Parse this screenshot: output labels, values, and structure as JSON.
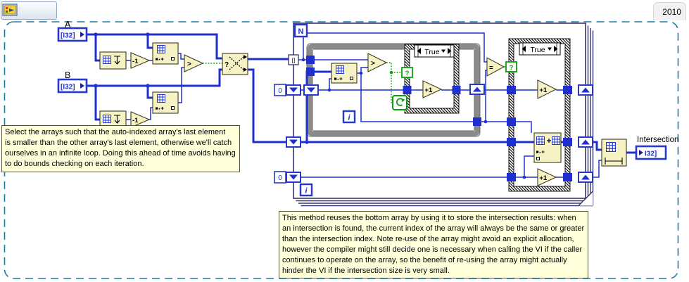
{
  "window": {
    "year_tag": "2010"
  },
  "toolbar": {
    "icons": [
      "pan-hand-icon",
      "forward-arrow-icon",
      "labview-vi-icon"
    ]
  },
  "colors": {
    "wire_blue": "#2030CF",
    "boolean_green": "#0AA00A",
    "node_fill": "#F6F2C4",
    "loop_gray": "#8A8A8A",
    "for_loop_border": "#35356B",
    "comment_bg": "#FFFFD9",
    "snippet_border": "#1D7AA8"
  },
  "diagram": {
    "controls": {
      "a_label": "A",
      "b_label": "B",
      "terminal": "[I32]"
    },
    "indicator": {
      "label": "Intersection",
      "terminal": "I32]"
    },
    "for_loop": {
      "count_label": "N",
      "iteration_label": "i",
      "autoindex_glyph": "[]"
    },
    "while_loop": {
      "iteration_label": "i"
    },
    "constants": {
      "zero_top": "0",
      "zero_bottom": "0"
    },
    "case_inner": {
      "selector": "True"
    },
    "case_outer": {
      "selector": "True"
    },
    "nodes": {
      "decrement": "-1",
      "increment": "+1",
      "greater": ">",
      "equal": "=",
      "select_question": "?",
      "case_question": "?"
    },
    "comments": {
      "c1": "Select the arrays such that the auto-indexed array's last element\nis smaller than the other array's last element, otherwise we'll catch\nourselves in an infinite loop. Doing this ahead of time avoids having\nto do bounds checking on each iteration.",
      "c2": "This method reuses the bottom array by using it to store the intersection results: when\nan intersection is found, the current index of the array will always be the same or greater\nthan the intersection index. Note re-use of the array might avoid an explicit allocation,\nhowever the compiler might still decide one is necessary when calling the VI if the caller\ncontinues to operate on the array, so the benefit of re-using the array might actually\nhinder the VI if the intersection size is very small."
    }
  }
}
